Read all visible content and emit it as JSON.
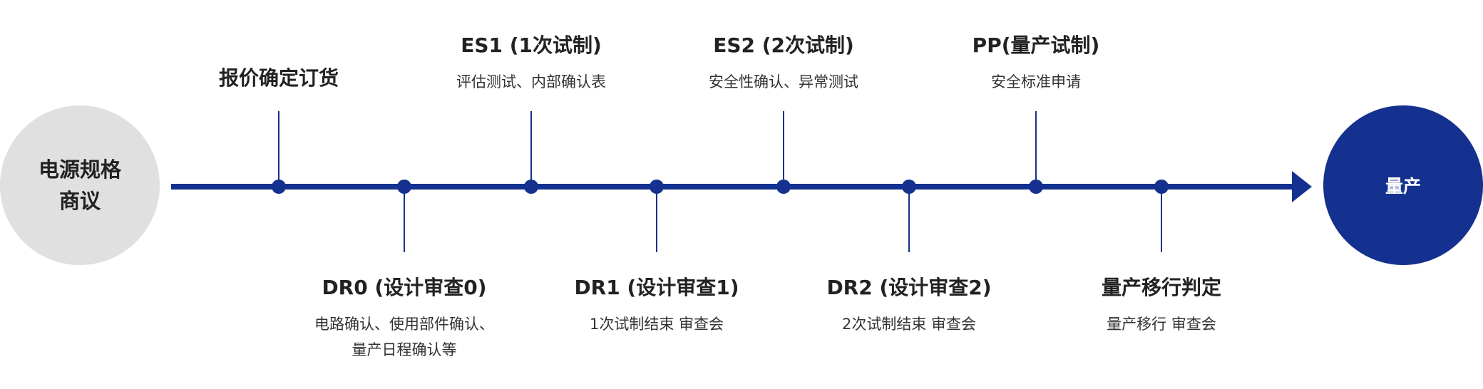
{
  "start_node": {
    "line1": "电源规格",
    "line2": "商议"
  },
  "end_node": {
    "label": "量产"
  },
  "milestones": [
    {
      "position": "top",
      "title": "报价确定订货",
      "desc": ""
    },
    {
      "position": "bottom",
      "title": "DR0 (设计审查0)",
      "desc": "电路确认、使用部件确认、",
      "desc2": "量产日程确认等"
    },
    {
      "position": "top",
      "title": "ES1 (1次试制)",
      "desc": "评估测试、内部确认表"
    },
    {
      "position": "bottom",
      "title": "DR1 (设计审查1)",
      "desc": "1次试制结束 审查会"
    },
    {
      "position": "top",
      "title": "ES2 (2次试制)",
      "desc": "安全性确认、异常测试"
    },
    {
      "position": "bottom",
      "title": "DR2 (设计审查2)",
      "desc": "2次试制结束 审查会"
    },
    {
      "position": "top",
      "title": "PP(量产试制)",
      "desc": "安全标准申请"
    },
    {
      "position": "bottom",
      "title": "量产移行判定",
      "desc": "量产移行 审查会"
    }
  ],
  "colors": {
    "accent": "#14318f",
    "start_node": "#e0e0e0"
  }
}
